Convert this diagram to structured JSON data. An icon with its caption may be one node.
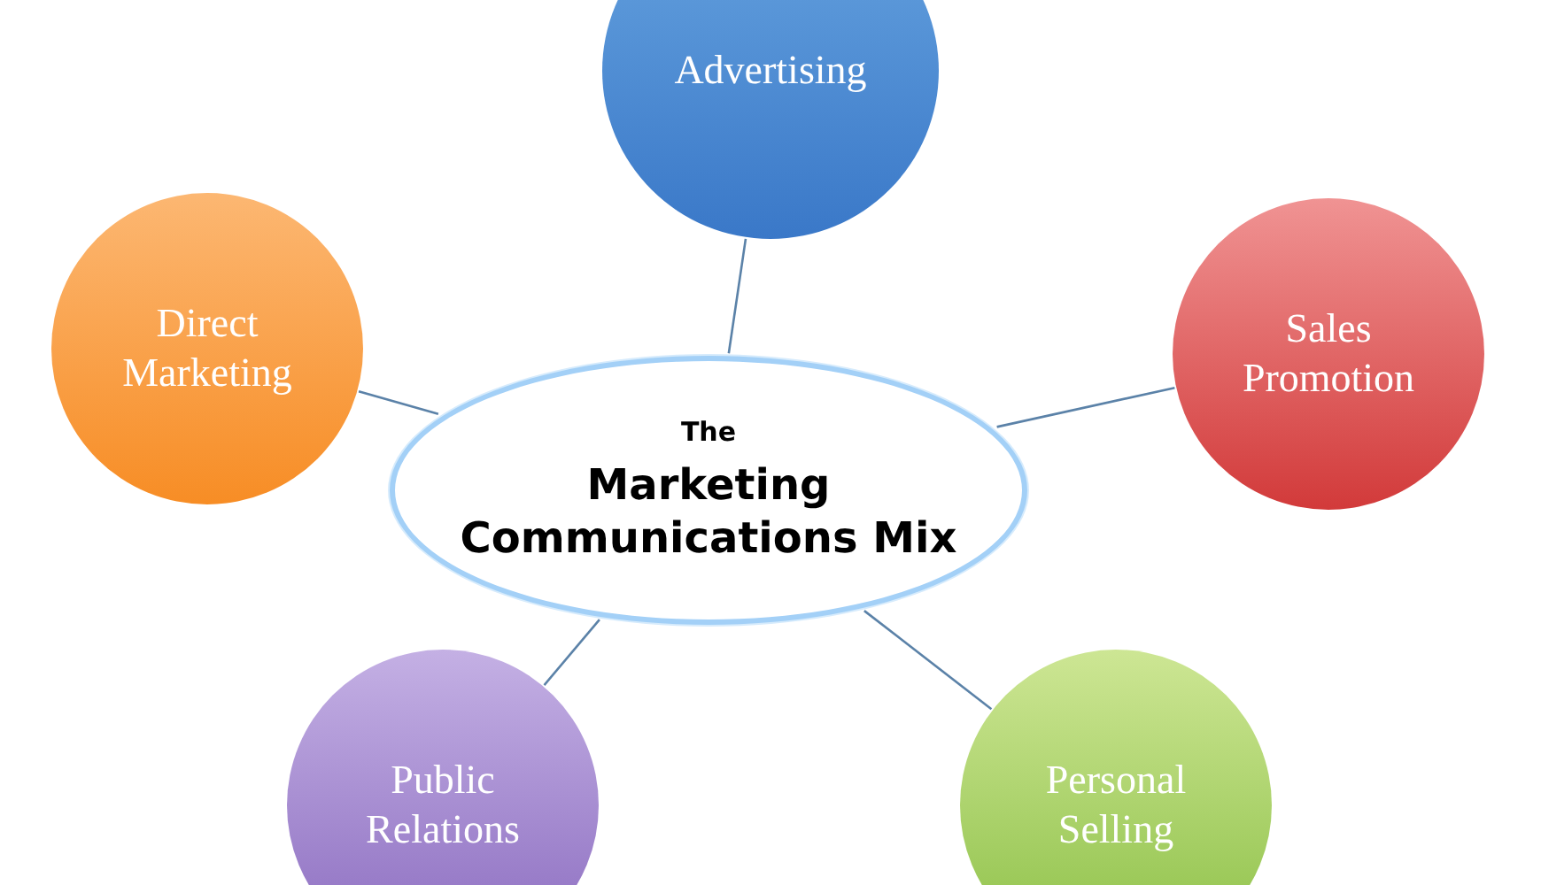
{
  "diagram": {
    "nodes": [
      {
        "text": [
          "Advertising"
        ]
      },
      {
        "text": [
          "Direct Marketing"
        ]
      },
      {
        "text": [
          "The",
          "Marketing Communications Mix"
        ]
      },
      {
        "text": [
          "Sales Promotion"
        ]
      },
      {
        "text": [
          "Public Relations"
        ]
      },
      {
        "text": [
          "Personal Selling"
        ]
      }
    ],
    "edges": [
      {
        "from": 2,
        "to": 0,
        "arrow": "none"
      },
      {
        "from": 2,
        "to": 1,
        "arrow": "none"
      },
      {
        "from": 2,
        "to": 3,
        "arrow": "none"
      },
      {
        "from": 2,
        "to": 4,
        "arrow": "none"
      },
      {
        "from": 2,
        "to": 5,
        "arrow": "none"
      }
    ]
  }
}
